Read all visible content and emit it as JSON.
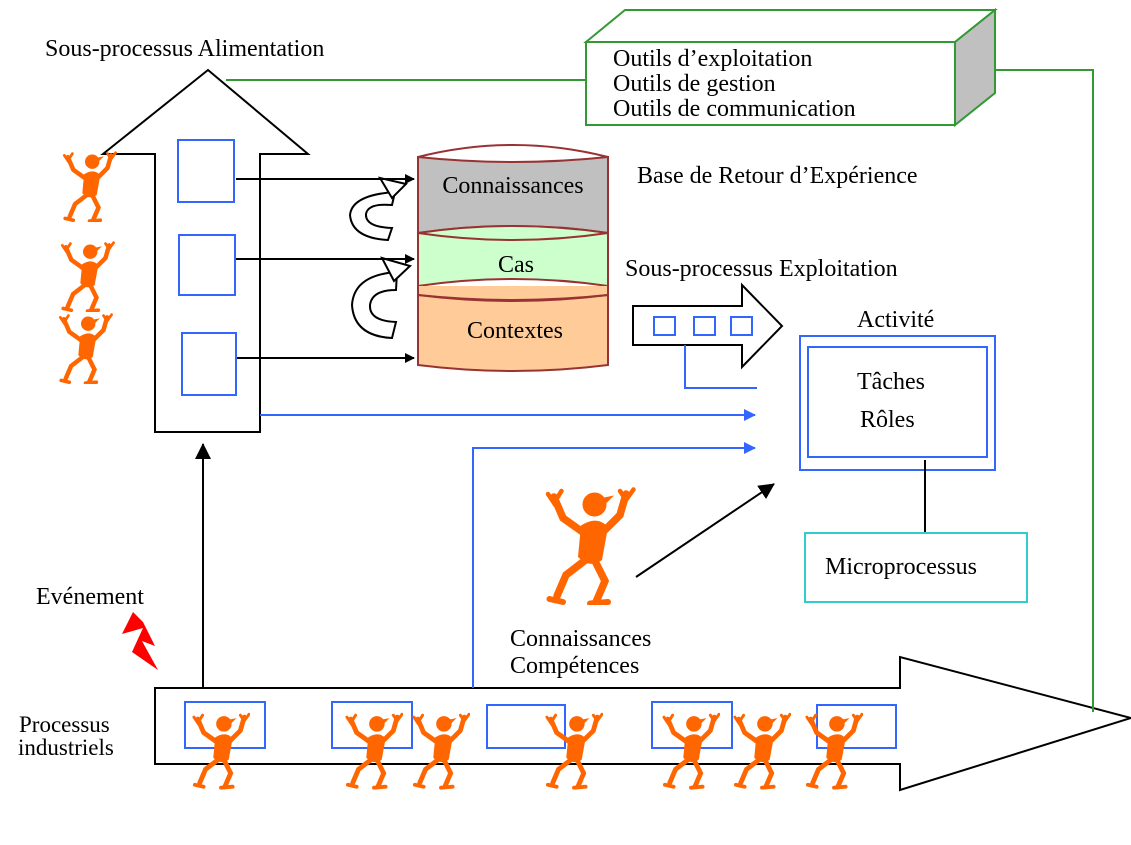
{
  "labels": {
    "sous_processus_alimentation": "Sous-processus Alimentation",
    "base_retour_experience": "Base de Retour d’Expérience",
    "sous_processus_exploitation": "Sous-processus Exploitation",
    "activite": "Activité",
    "taches": "Tâches",
    "roles": "Rôles",
    "microprocessus": "Microprocessus",
    "evenement": "Evénement",
    "connaissances_bottom": "Connaissances",
    "competences": "Compétences",
    "processus": "Processus",
    "industriels": "industriels"
  },
  "tools_box": {
    "line1": "Outils d’exploitation",
    "line2": "Outils de gestion",
    "line3": "Outils de communication"
  },
  "database": {
    "layer1": "Connaissances",
    "layer2": "Cas",
    "layer3": "Contextes"
  },
  "colors": {
    "db_layer1": "#c0c0c0",
    "db_layer2": "#ccffcc",
    "db_layer3": "#ffcc99",
    "db_outline": "#993333",
    "blue_box": "#3366ff",
    "green_line": "#339933",
    "cyan_box": "#33cccc",
    "person": "#ff6600",
    "lightning": "#ff0000"
  },
  "icons": {
    "person": "running-person-icon",
    "event": "lightning-bolt-icon",
    "cycle": "curved-arrow-icon"
  }
}
